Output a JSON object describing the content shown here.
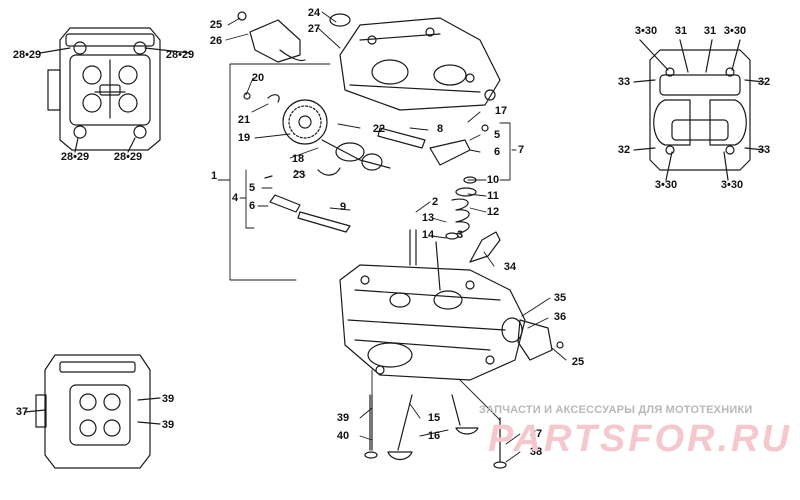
{
  "labels": {
    "l25a": "25",
    "l26": "26",
    "l24": "24",
    "l27": "27",
    "l20": "20",
    "l21": "21",
    "l22": "22",
    "l19": "19",
    "l18": "18",
    "l8": "8",
    "l17": "17",
    "l5a": "5",
    "l6a": "6",
    "l7": "7",
    "l1": "1",
    "l23": "23",
    "l5b": "5",
    "l4": "4",
    "l6b": "6",
    "l9": "9",
    "l10": "10",
    "l11": "11",
    "l12": "12",
    "l2": "2",
    "l13": "13",
    "l14": "14",
    "l3": "3",
    "l34": "34",
    "l35": "35",
    "l36": "36",
    "l25b": "25",
    "l39m": "39",
    "l40": "40",
    "l15": "15",
    "l16": "16",
    "l37m": "37",
    "l38": "38",
    "lTL1": "28•29",
    "lTL2": "28•29",
    "lTL3": "28•29",
    "lTL4": "28•29",
    "lTR1": "3•30",
    "lTR2": "31",
    "lTR3": "31",
    "lTR4": "3•30",
    "lTR5": "33",
    "lTR6": "32",
    "lTR7": "32",
    "lTR8": "33",
    "lTR9": "3•30",
    "lTR10": "3•30",
    "lBL1": "37",
    "lBL2": "39",
    "lBL3": "39"
  },
  "watermark": {
    "caption": "ЗАПЧАСТИ И АКСЕССУАРЫ ДЛЯ МОТОТЕХНИКИ",
    "logo": "PARTSFOR.RU"
  }
}
